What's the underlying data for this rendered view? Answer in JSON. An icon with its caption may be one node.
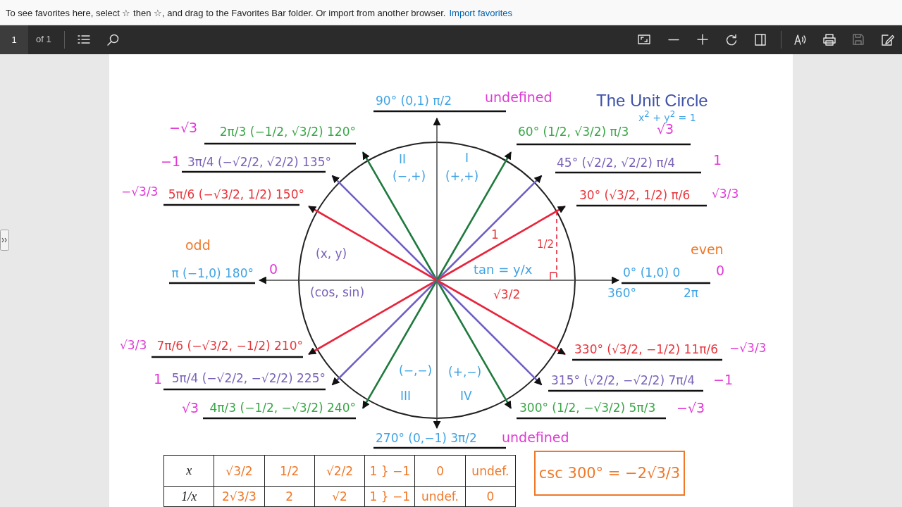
{
  "diagram": {
    "title": "The Unit Circle",
    "nodes": [
      {
        "text": [
          "csc 300° = −2√3/3"
        ]
      }
    ],
    "labels": [
      "To see favorites here, select ☆ then ☆, and drag to the Favorites Bar folder. Or import from another browser.",
      "Import favorites",
      "1",
      "of 1",
      "90° (0,1) π/2",
      "undefined",
      "x$^{2}$ + y$^{2}$ = 1",
      "−√3",
      "2π/3 (−1/2, √3/2) 120°",
      "60° (1/2, √3/2) π/3",
      "√3",
      "II",
      "I",
      "(−,+)",
      "(+,+)",
      "−1",
      "3π/4 (−√2/2, √2/2) 135°",
      "45° (√2/2, √2/2) π/4",
      "1",
      "−√3/3",
      "5π/6 (−√3/2, 1/2) 150°",
      "30° (√3/2, 1/2) π/6",
      "√3/3",
      "1",
      "odd",
      "(x, y)",
      "1/2",
      "even",
      "π (−1,0) 180°",
      "0",
      "tan = y/x",
      "0° (1,0) 0",
      "0",
      "(cos, sin)",
      "√3/2",
      "360°",
      "2π",
      "√3/3",
      "7π/6 (−√3/2, −1/2) 210°",
      "330° (√3/2, −1/2) 11π/6",
      "−√3/3",
      "(−,−)",
      "(+,−)",
      "1",
      "5π/4 (−√2/2, −√2/2) 225°",
      "315° (√2/2, −√2/2) 7π/4",
      "−1",
      "III",
      "IV",
      "√3",
      "4π/3 (−1/2, −√3/2) 240°",
      "300° (1/2, −√3/2) 5π/3",
      "−√3",
      "270° (0,−1) 3π/2",
      "undefined",
      "x",
      "√3/2",
      "1/2",
      "√2/2",
      "1 } −1",
      "0",
      "undef.",
      "1/x",
      "2√3/3",
      "2",
      "√2",
      "1 } −1",
      "undef.",
      "0"
    ]
  }
}
